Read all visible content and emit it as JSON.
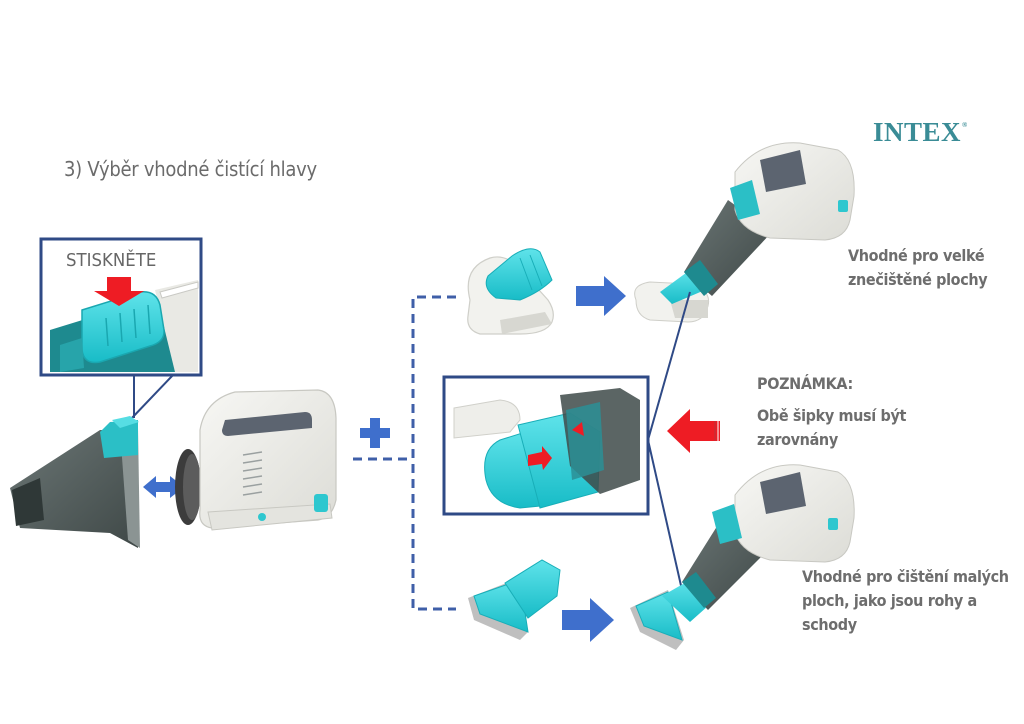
{
  "header": {
    "step_title": "3) Výběr vhodné čistící hlavy",
    "brand_logo": "INTEX",
    "brand_mark": "®"
  },
  "callout": {
    "label": "STISKNĚTE"
  },
  "descriptions": {
    "large_surfaces": [
      "Vhodné pro velké",
      "znečištěné plochy"
    ],
    "note_title": "POZNÁMKA:",
    "note_body": [
      "Obě šipky musí být",
      "zarovnány"
    ],
    "small_surfaces": [
      "Vhodné pro čištění malých",
      "ploch, jako jsou rohy a",
      "schody"
    ]
  },
  "icons": {
    "plus": "plus-icon",
    "double_arrow": "double-arrow-icon",
    "arrow_right": "arrow-right-icon",
    "arrow_left_red": "arrow-left-red-icon",
    "arrow_down_red": "arrow-down-red-icon"
  },
  "colors": {
    "teal": "#2ec7cf",
    "teal_dark": "#1b8f93",
    "frame_blue": "#2f4a86",
    "arrow_blue": "#3f6fcc",
    "alert_red": "#ee1c24",
    "text_gray": "#6d6d6d",
    "body_gray": "#5f6a69",
    "shell_white": "#eeeeea",
    "logo_teal": "#3a8c96"
  }
}
